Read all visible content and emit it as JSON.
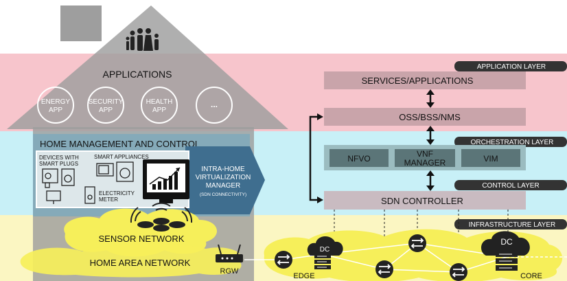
{
  "layers": {
    "application": "APPLICATION LAYER",
    "orchestration": "ORCHESTRATION LAYER",
    "control": "CONTROL LAYER",
    "infrastructure": "INFRASTRUCTURE LAYER"
  },
  "home": {
    "applications_title": "APPLICATIONS",
    "apps": [
      {
        "line1": "ENERGY",
        "line2": "APP"
      },
      {
        "line1": "SECURITY",
        "line2": "APP"
      },
      {
        "line1": "HEALTH",
        "line2": "APP"
      },
      {
        "line1": "...",
        "line2": ""
      }
    ],
    "management_title": "HOME MANAGEMENT AND CONTROL",
    "devices_smart_plugs": {
      "line1": "DEVICES WITH",
      "line2": "SMART PLUGS"
    },
    "smart_appliances": "SMART APPLIANCES",
    "electricity_meter": {
      "line1": "ELECTRICITY",
      "line2": "METER"
    },
    "virtualization_manager": {
      "line1": "INTRA-HOME",
      "line2": "VIRTUALIZATION",
      "line3": "MANAGER",
      "line4": "(SDN CONNECTIVITY)"
    },
    "sensor_network": "SENSOR NETWORK",
    "home_area_network": "HOME AREA NETWORK",
    "rgw": "RGW"
  },
  "operator": {
    "services": "SERVICES/APPLICATIONS",
    "oss": "OSS/BSS/NMS",
    "nfvo": "NFVO",
    "vnf_manager": {
      "line1": "VNF",
      "line2": "MANAGER"
    },
    "vim": "VIM",
    "sdn_controller": "SDN CONTROLLER",
    "dc": "DC",
    "edge": "EDGE",
    "core": "CORE"
  },
  "colors": {
    "application_band": "#f7c5cc",
    "orchestration_band": "#c8f0f7",
    "infrastructure_band": "#fbf6c2",
    "house": "#9e9e9e",
    "box": "#c9a4aa",
    "arrow_blue": "#3f6e8f",
    "cloud": "#f6ef5a",
    "label_bg": "#333333"
  }
}
